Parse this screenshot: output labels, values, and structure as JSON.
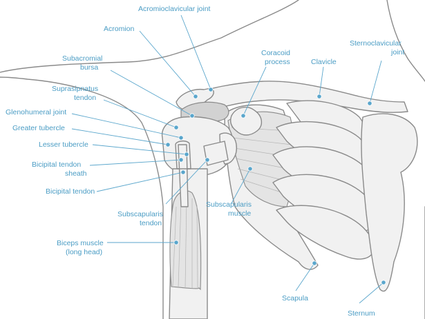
{
  "labels": {
    "acromioclavicular_joint": "Acromioclavicular joint",
    "acromion": "Acromion",
    "subacromial_bursa_1": "Subacromial",
    "subacromial_bursa_2": "bursa",
    "coracoid_1": "Coracoid",
    "coracoid_2": "process",
    "clavicle": "Clavicle",
    "sternoclavicular_1": "Sternoclavicular",
    "sternoclavicular_2": "joint",
    "suprasipnatus_1": "Suprasipnatus",
    "suprasipnatus_2": "tendon",
    "glenohumeral_joint": "Glenohumeral joint",
    "greater_tubercle": "Greater tubercle",
    "lesser_tubercle": "Lesser tubercle",
    "bicipital_sheath_1": "Bicipital tendon",
    "bicipital_sheath_2": "sheath",
    "bicipital_tendon": "Bicipital tendon",
    "subscap_tendon_1": "Subscapularis",
    "subscap_tendon_2": "tendon",
    "subscap_muscle_1": "Subscapularis",
    "subscap_muscle_2": "muscle",
    "biceps_1": "Biceps muscle",
    "biceps_2": "(long head)",
    "scapula": "Scapula",
    "sternum": "Sternum"
  },
  "colors": {
    "label_text": "#4a9cc4",
    "leader_line": "#5aa6cc",
    "outline": "#8a8a8a"
  }
}
